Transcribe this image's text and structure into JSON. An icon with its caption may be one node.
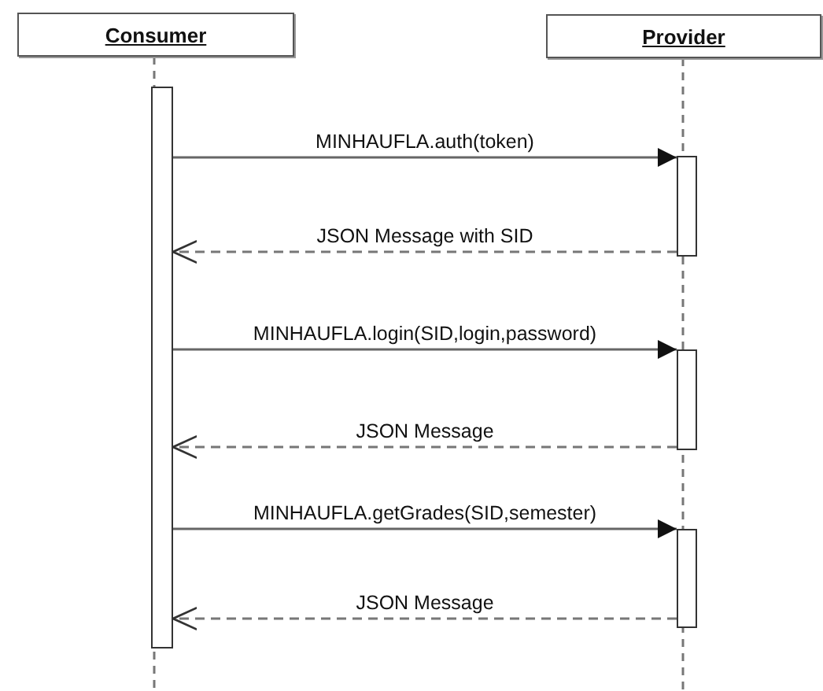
{
  "diagram": {
    "nodes": [
      {
        "text": [
          "Consumer"
        ]
      },
      {
        "text": [
          "Provider"
        ]
      },
      {
        "text": [],
        "shape": "bar"
      },
      {
        "text": [],
        "shape": "bar"
      },
      {
        "text": [],
        "shape": "bar"
      },
      {
        "text": [],
        "shape": "bar"
      }
    ],
    "edges": [
      {
        "from": 2,
        "to": 3,
        "arrow": "to",
        "label": "MINHAUFLA.auth(token)"
      },
      {
        "from": 3,
        "to": 2,
        "arrow": "to",
        "label": "JSON Message with SID",
        "style": "dashed"
      },
      {
        "from": 2,
        "to": 4,
        "arrow": "to",
        "label": "MINHAUFLA.login(SID,login,password)"
      },
      {
        "from": 4,
        "to": 2,
        "arrow": "to",
        "label": "JSON Message",
        "style": "dashed"
      },
      {
        "from": 2,
        "to": 5,
        "arrow": "to",
        "label": "MINHAUFLA.getGrades(SID,semester)"
      },
      {
        "from": 5,
        "to": 2,
        "arrow": "to",
        "label": "JSON Message",
        "style": "dashed"
      }
    ]
  }
}
